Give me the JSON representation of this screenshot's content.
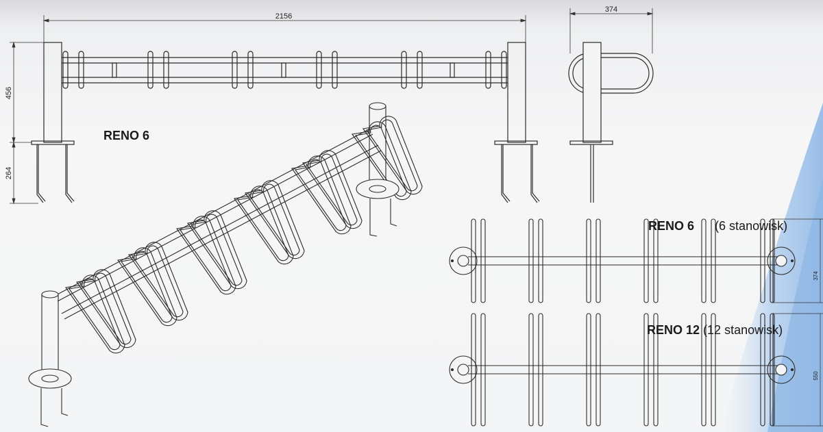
{
  "labels": {
    "main": "RENO 6",
    "reno6_name": "RENO 6",
    "reno6_desc": "(6 stanowisk)",
    "reno12_name": "RENO 12",
    "reno12_desc": "(12 stanowisk)"
  },
  "dimensions": {
    "length": "2156",
    "height_top": "456",
    "height_bottom": "264",
    "width_side": "374",
    "width_plan6": "374",
    "width_plan12": "550"
  },
  "colors": {
    "line": "#2b2b2b",
    "accent_blue": "#9fc3e9"
  }
}
